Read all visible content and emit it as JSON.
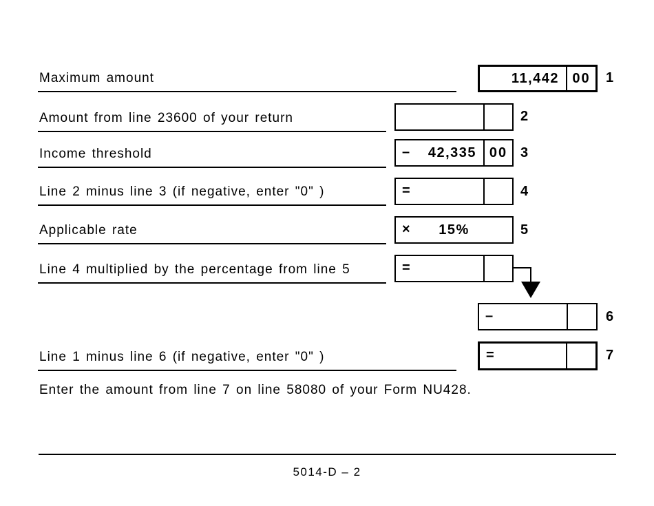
{
  "rows": {
    "r1": {
      "label": "Maximum amount",
      "dollars": "11,442",
      "cents": "00",
      "num": "1"
    },
    "r2": {
      "label": "Amount from line 23600 of your return",
      "dollars": "",
      "cents": "",
      "num": "2"
    },
    "r3": {
      "label": "Income threshold",
      "operator": "–",
      "dollars": "42,335",
      "cents": "00",
      "num": "3"
    },
    "r4": {
      "label": "Line 2 minus line 3 (if negative, enter \"0\" )",
      "operator": "=",
      "dollars": "",
      "cents": "",
      "num": "4"
    },
    "r5": {
      "label": "Applicable rate",
      "operator": "×",
      "rate": "15%",
      "num": "5"
    },
    "r6calc": {
      "label": "Line 4 multiplied by the percentage from line 5",
      "operator": "=",
      "dollars": "",
      "cents": ""
    },
    "r6": {
      "operator": "–",
      "dollars": "",
      "cents": "",
      "num": "6"
    },
    "r7": {
      "label": "Line 1 minus line 6 (if negative, enter \"0\" )",
      "operator": "=",
      "dollars": "",
      "cents": "",
      "num": "7"
    }
  },
  "note": "Enter the amount from line 7 on line 58080 of your Form NU428.",
  "footer": {
    "page_code": "5014-D – 2"
  },
  "colors": {
    "ink": "#000000",
    "paper": "#ffffff"
  }
}
